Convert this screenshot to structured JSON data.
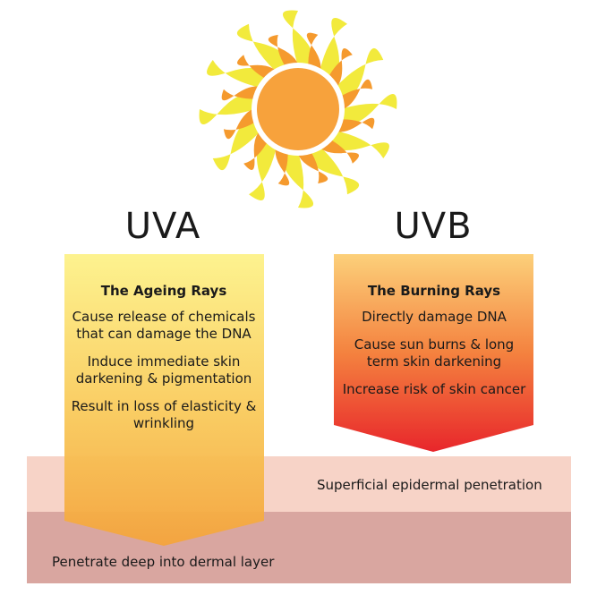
{
  "uva": {
    "title": "UVA",
    "subtitle": "The Ageing Rays",
    "points": [
      "Cause release of chemicals that can damage the DNA",
      "Induce immediate skin darkening & pigmentation",
      "Result in loss of elasticity & wrinkling"
    ]
  },
  "uvb": {
    "title": "UVB",
    "subtitle": "The Burning Rays",
    "points": [
      "Directly damage DNA",
      "Cause sun burns & long term skin darkening",
      "Increase risk of skin cancer"
    ]
  },
  "layers": {
    "epidermis_label": "Superficial epidermal penetration",
    "dermis_label": "Penetrate deep into dermal layer"
  },
  "colors": {
    "sun_core": "#f7a23c",
    "sun_flame_outer": "#f2ea3c",
    "sun_flame_inner": "#f59a2e",
    "epidermis": "#f7d3c7",
    "dermis": "#d9a6a0",
    "uva_top": "#fdf289",
    "uva_bottom": "#f4a43c",
    "uvb_top": "#fcd07a",
    "uvb_bottom": "#e8262b"
  }
}
